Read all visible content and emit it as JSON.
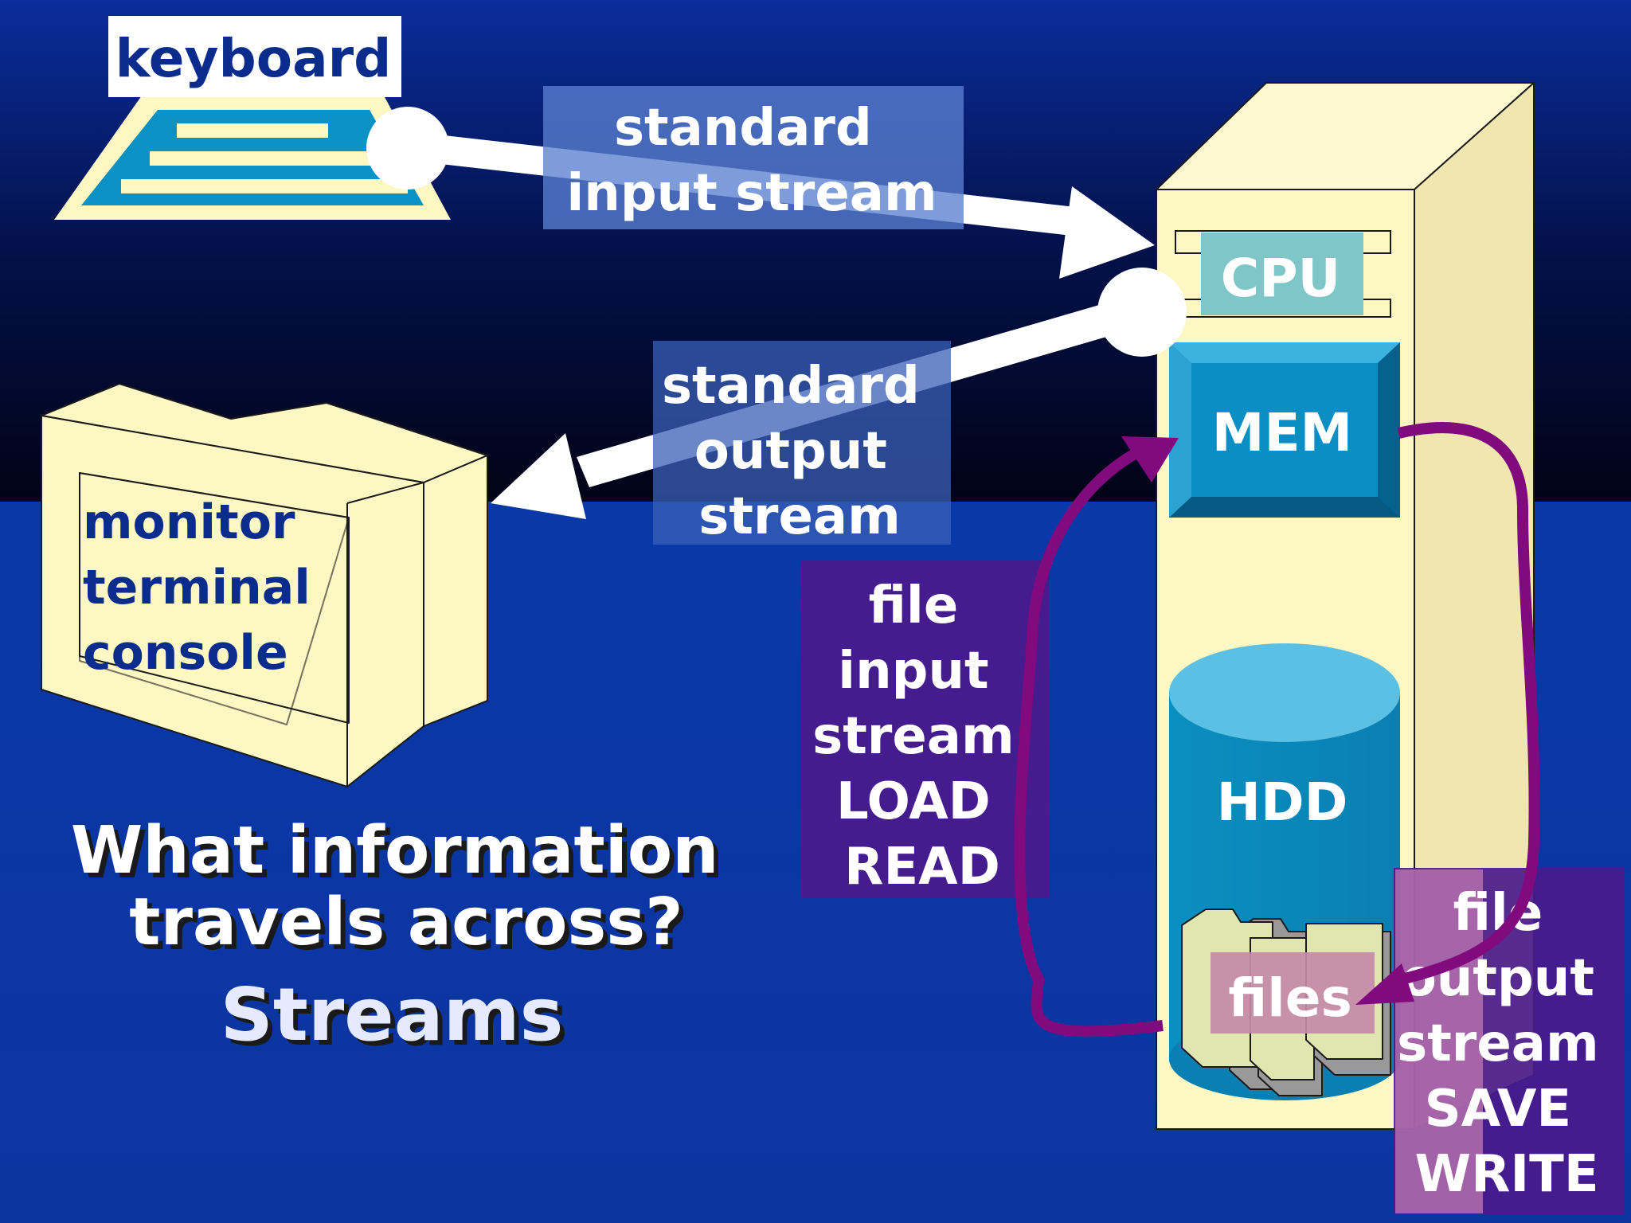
{
  "colors": {
    "background_top": "#04082a",
    "background_bottom": "#0b33a0",
    "beige": "#fdf7c3",
    "cyan": "#0a92c4",
    "stream_arrow": "#ffffff",
    "file_loop": "#800a7e",
    "label_box_blue": "#3a63c0",
    "label_box_purple": "#4a1a8c",
    "text_dark_blue": "#0a2c8c"
  },
  "keyboard": {
    "label": "keyboard"
  },
  "monitor": {
    "lines": [
      "monitor",
      "terminal",
      "console"
    ]
  },
  "cpu": {
    "label": "CPU"
  },
  "mem": {
    "label": "MEM"
  },
  "hdd": {
    "label": "HDD",
    "files_label": "files"
  },
  "streams": {
    "standard_input": [
      "standard",
      "input stream"
    ],
    "standard_output": [
      "standard",
      "output",
      "stream"
    ],
    "file_input": [
      "file",
      "input",
      "stream",
      "LOAD",
      "READ"
    ],
    "file_output": [
      "file",
      "output",
      "stream",
      "SAVE",
      "WRITE"
    ]
  },
  "question": {
    "lines": [
      "What information",
      "travels across?"
    ]
  },
  "answer": {
    "text": "Streams"
  },
  "icons": [
    "keyboard-icon",
    "monitor-icon",
    "computer-tower-icon",
    "disk-icon",
    "file-folder-icon"
  ]
}
